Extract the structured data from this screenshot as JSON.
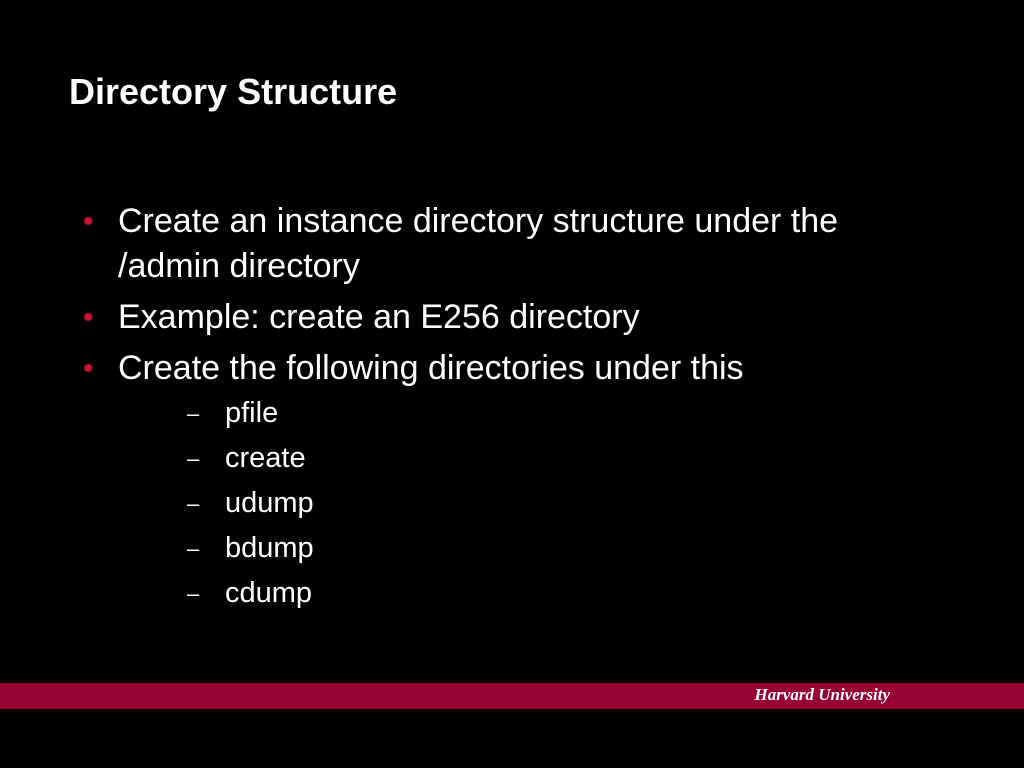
{
  "slide": {
    "title": "Directory Structure",
    "bullet_symbol": "•",
    "sub_bullet_symbol": "–",
    "bullet_color": "#cc1133",
    "bullets": [
      "Create an instance directory structure under the /admin directory",
      "Example: create an E256 directory",
      "Create the following directories under this"
    ],
    "sub_items": [
      "pfile",
      "create",
      "udump",
      "bdump",
      "cdump"
    ]
  },
  "footer": {
    "text": "Harvard University",
    "band_color": "#960034"
  }
}
